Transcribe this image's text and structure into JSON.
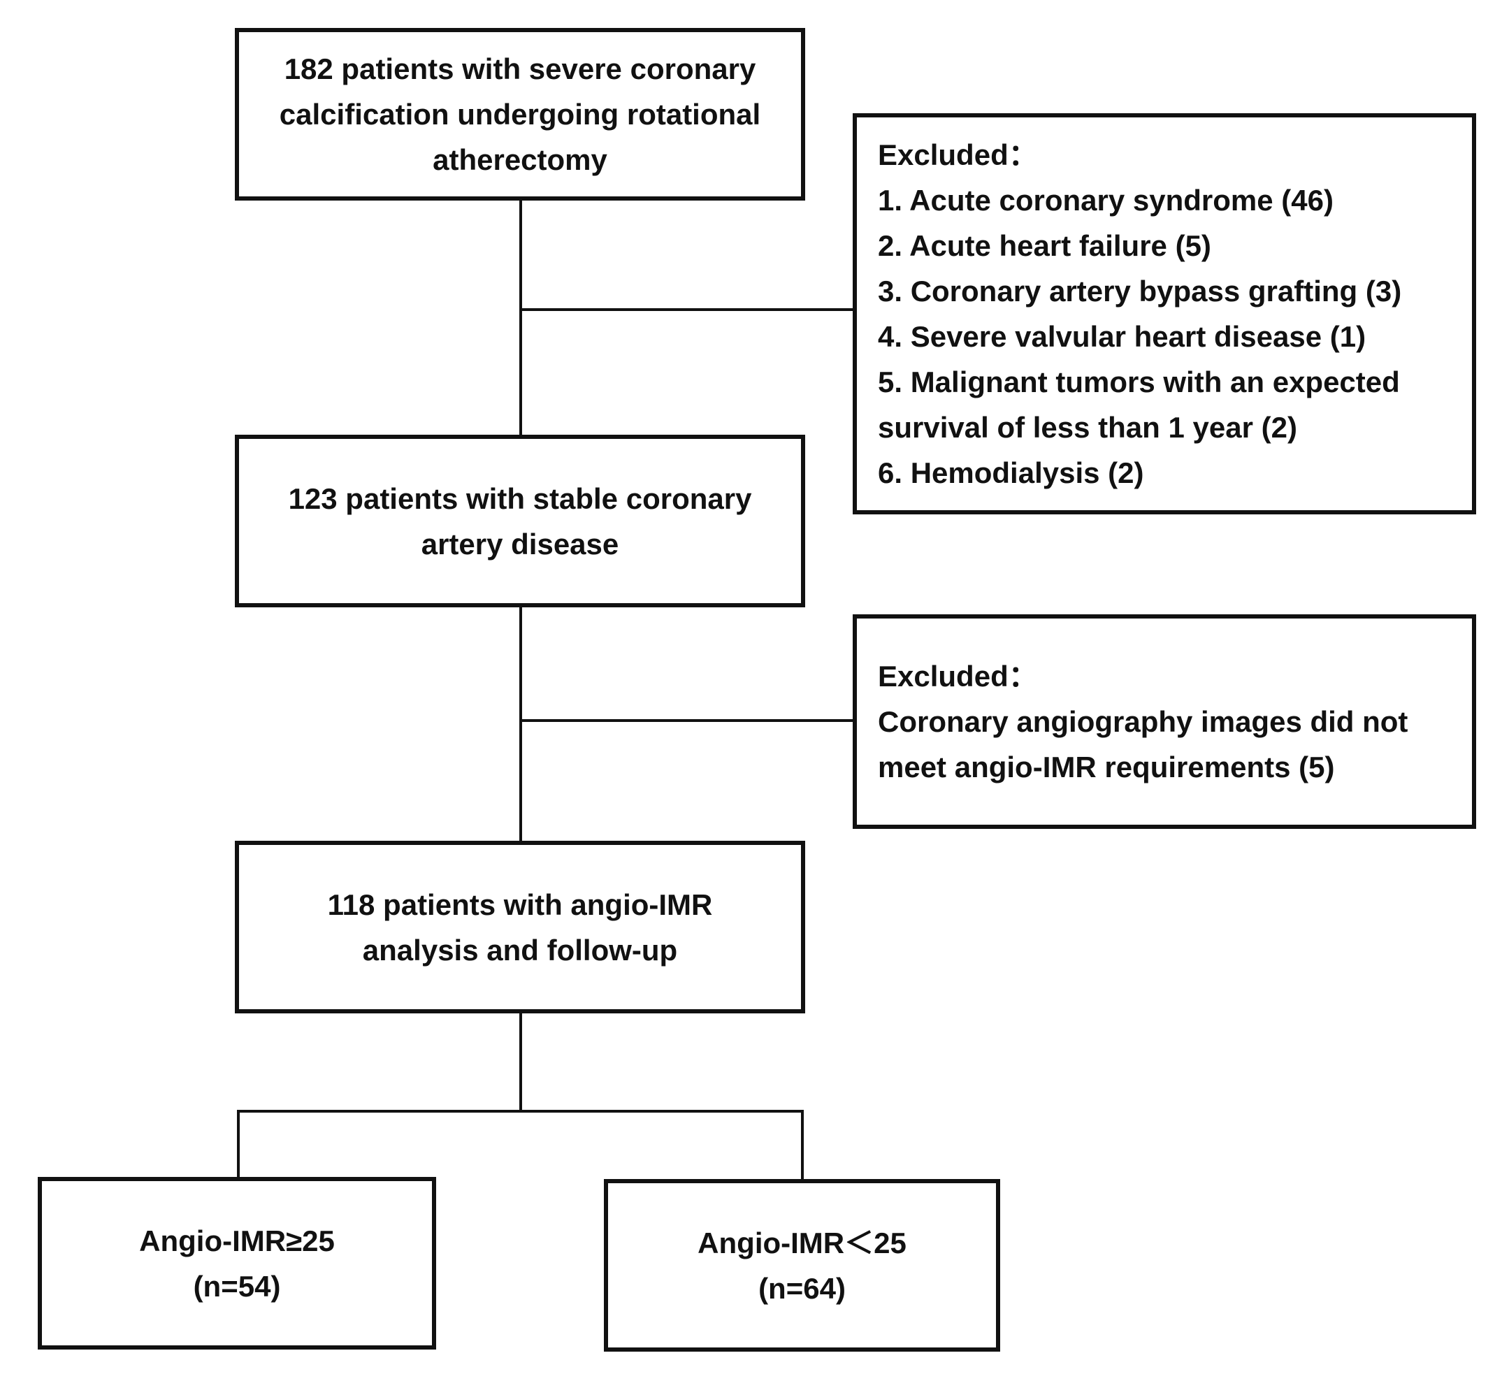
{
  "flowchart": {
    "step1": {
      "lines": [
        "182 patients with severe coronary",
        "calcification undergoing rotational",
        "atherectomy"
      ]
    },
    "exclusion1": {
      "heading": "Excluded：",
      "items": [
        "1. Acute coronary syndrome (46)",
        "2. Acute heart failure (5)",
        "3. Coronary artery bypass grafting (3)",
        "4. Severe valvular heart disease (1)",
        "5. Malignant tumors with an expected",
        "survival of less than 1 year (2)",
        "6. Hemodialysis (2)"
      ]
    },
    "step2": {
      "lines": [
        "123 patients with stable coronary",
        "artery disease"
      ]
    },
    "exclusion2": {
      "heading": "Excluded：",
      "items": [
        "Coronary angiography images did not",
        "meet angio-IMR requirements (5)"
      ]
    },
    "step3": {
      "lines": [
        "118 patients with angio-IMR",
        "analysis and follow-up"
      ]
    },
    "group_high": {
      "lines": [
        "Angio-IMR≥25",
        "(n=54)"
      ]
    },
    "group_low": {
      "lines": [
        "Angio-IMR＜25",
        "(n=64)"
      ]
    }
  }
}
